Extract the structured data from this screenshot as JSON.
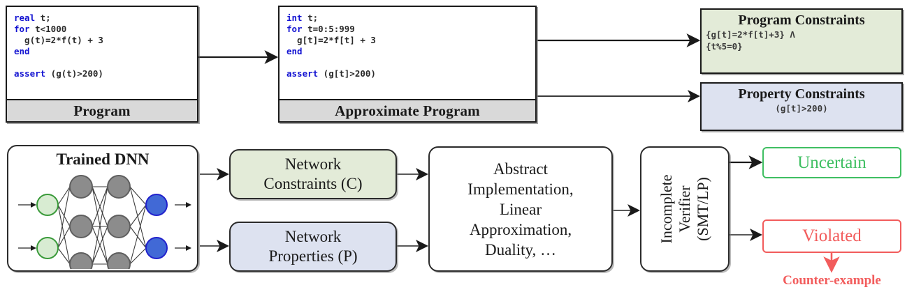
{
  "top_row": {
    "program": {
      "caption": "Program",
      "code_lines": [
        {
          "kw": "real",
          "rest": " t;"
        },
        {
          "kw": "for",
          "rest": " t<1000"
        },
        {
          "kw": "",
          "rest": "  g(t)=2*f(t) + 3"
        },
        {
          "kw": "end",
          "rest": ""
        },
        {
          "kw": "",
          "rest": ""
        },
        {
          "kw": "assert",
          "rest": " (g(t)>200)"
        }
      ],
      "code_text": "real t;\nfor t<1000\n  g(t)=2*f(t) + 3\nend\n\nassert (g(t)>200)"
    },
    "approximate_program": {
      "caption": "Approximate Program",
      "code_text": "int t;\nfor t=0:5:999\n  g[t]=2*f[t] + 3\nend\n\nassert (g[t]>200)"
    },
    "program_constraints": {
      "title": "Program Constraints",
      "body": "{g[t]=2*f[t]+3} Λ\n{t%5=0}",
      "color": "#e3ebd8"
    },
    "property_constraints": {
      "title": "Property Constraints",
      "body": "(g[t]>200)",
      "color": "#dde2f0"
    }
  },
  "bottom_row": {
    "trained_dnn": {
      "title": "Trained DNN",
      "layers": [
        2,
        3,
        3,
        2
      ],
      "input_color": "#d8ecd2",
      "input_stroke": "#3a9a3a",
      "hidden_color": "#8c8c8c",
      "output_color": "#4169d6",
      "output_stroke": "#2222cc"
    },
    "network_constraints": {
      "label": "Network\nConstraints (C)",
      "line1": "Network",
      "line2": "Constraints (C)",
      "color": "#e3ebd8"
    },
    "network_properties": {
      "label": "Network\nProperties (P)",
      "line1": "Network",
      "line2": "Properties (P)",
      "color": "#dde2f0"
    },
    "abstract_methods": {
      "lines": [
        "Abstract",
        "Implementation,",
        "Linear",
        "Approximation,",
        "Duality, …"
      ]
    },
    "incomplete_verifier": {
      "line1": "Incomplete",
      "line2": "Verifier",
      "line3": "(SMT/LP)",
      "full": "Incomplete Verifier (SMT/LP)"
    },
    "uncertain": {
      "label": "Uncertain",
      "color": "#3fbf62"
    },
    "violated": {
      "label": "Violated",
      "color": "#f25c5c"
    },
    "counter_example": {
      "label": "Counter-example",
      "color": "#f25c5c"
    }
  }
}
